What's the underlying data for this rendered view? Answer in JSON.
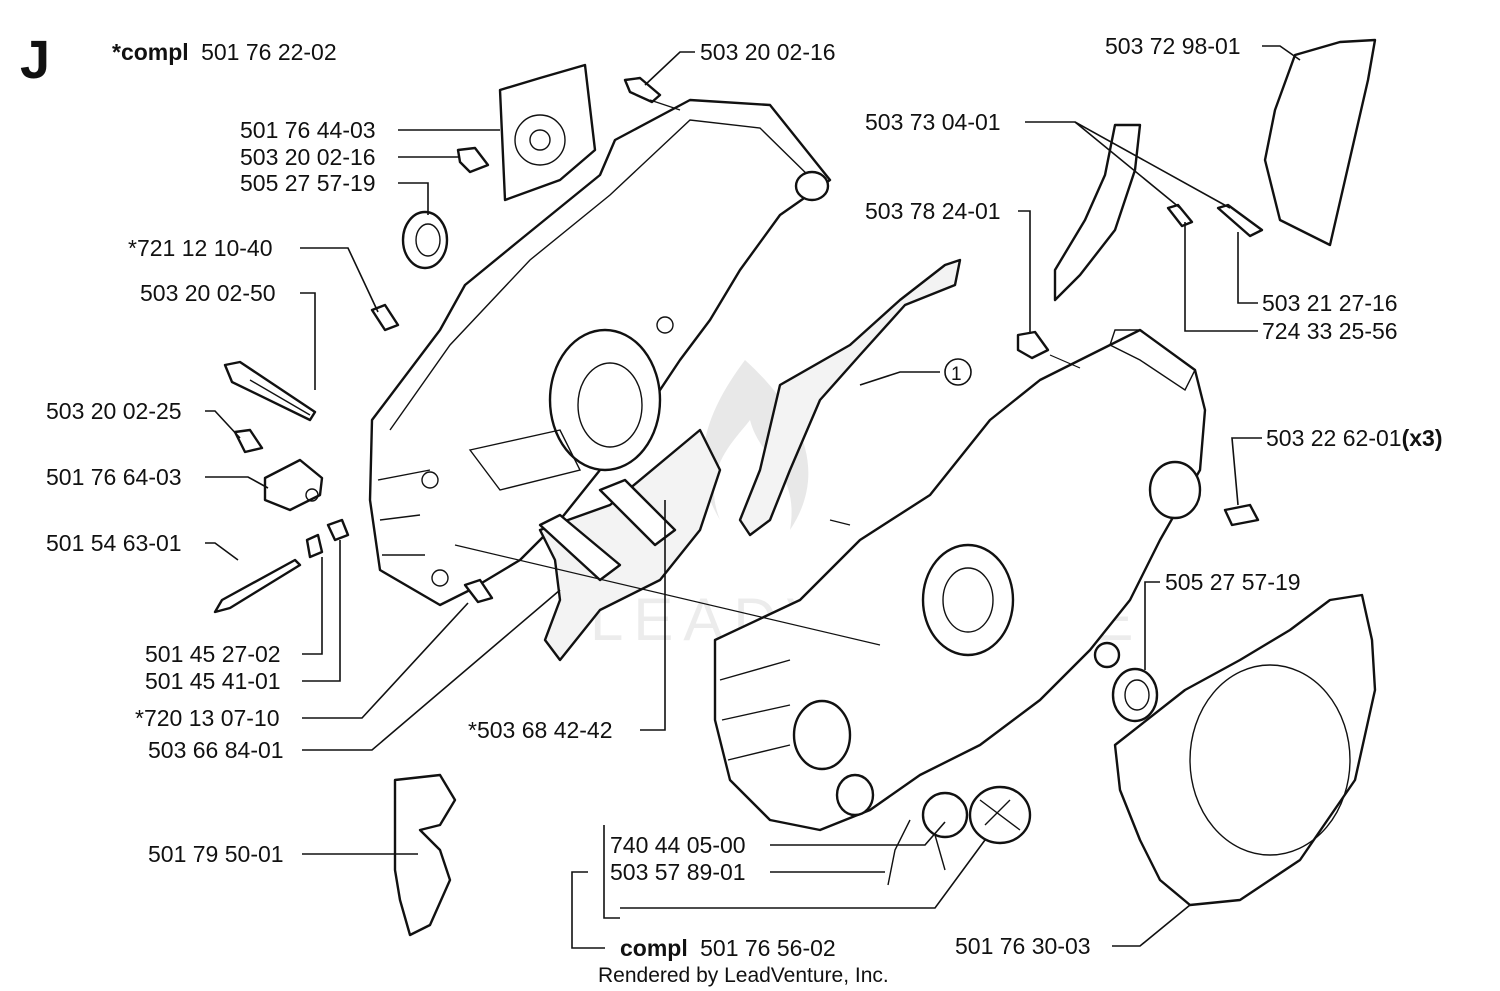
{
  "section_letter": "J",
  "header": {
    "prefix": "*compl",
    "part_no": "501 76 22-02"
  },
  "callout_number": "1",
  "labels": {
    "l_503_20_02_16_top": "503 20 02-16",
    "l_501_76_44_03": "501 76 44-03",
    "l_503_20_02_16_mid": "503 20 02-16",
    "l_505_27_57_19_top": "505 27 57-19",
    "l_721_12_10_40": "*721 12 10-40",
    "l_503_20_02_50": "503 20 02-50",
    "l_503_20_02_25": "503 20 02-25",
    "l_501_76_64_03": "501 76 64-03",
    "l_501_54_63_01": "501 54 63-01",
    "l_501_45_27_02": "501 45 27-02",
    "l_501_45_41_01": "501 45 41-01",
    "l_720_13_07_10": "*720 13 07-10",
    "l_503_66_84_01": "503 66 84-01",
    "l_503_68_42_42": "*503 68 42-42",
    "l_501_79_50_01": "501 79 50-01",
    "l_740_44_05_00": "740 44 05-00",
    "l_503_57_89_01": "503 57 89-01",
    "l_501_76_30_03": "501 76 30-03",
    "l_505_27_57_19_right": "505 27 57-19",
    "l_503_22_62_01": "503 22 62-01",
    "l_503_22_62_01_qty": "(x3)",
    "l_503_21_27_16": "503 21 27-16",
    "l_724_33_25_56": "724 33 25-56",
    "l_503_78_24_01": "503 78 24-01",
    "l_503_73_04_01": "503 73 04-01",
    "l_503_72_98_01": "503 72 98-01"
  },
  "footer_assembly": {
    "prefix": "compl",
    "part_no": "501 76 56-02"
  },
  "footer_credit": "Rendered by LeadVenture, Inc.",
  "watermark": "LEADVENTURE"
}
